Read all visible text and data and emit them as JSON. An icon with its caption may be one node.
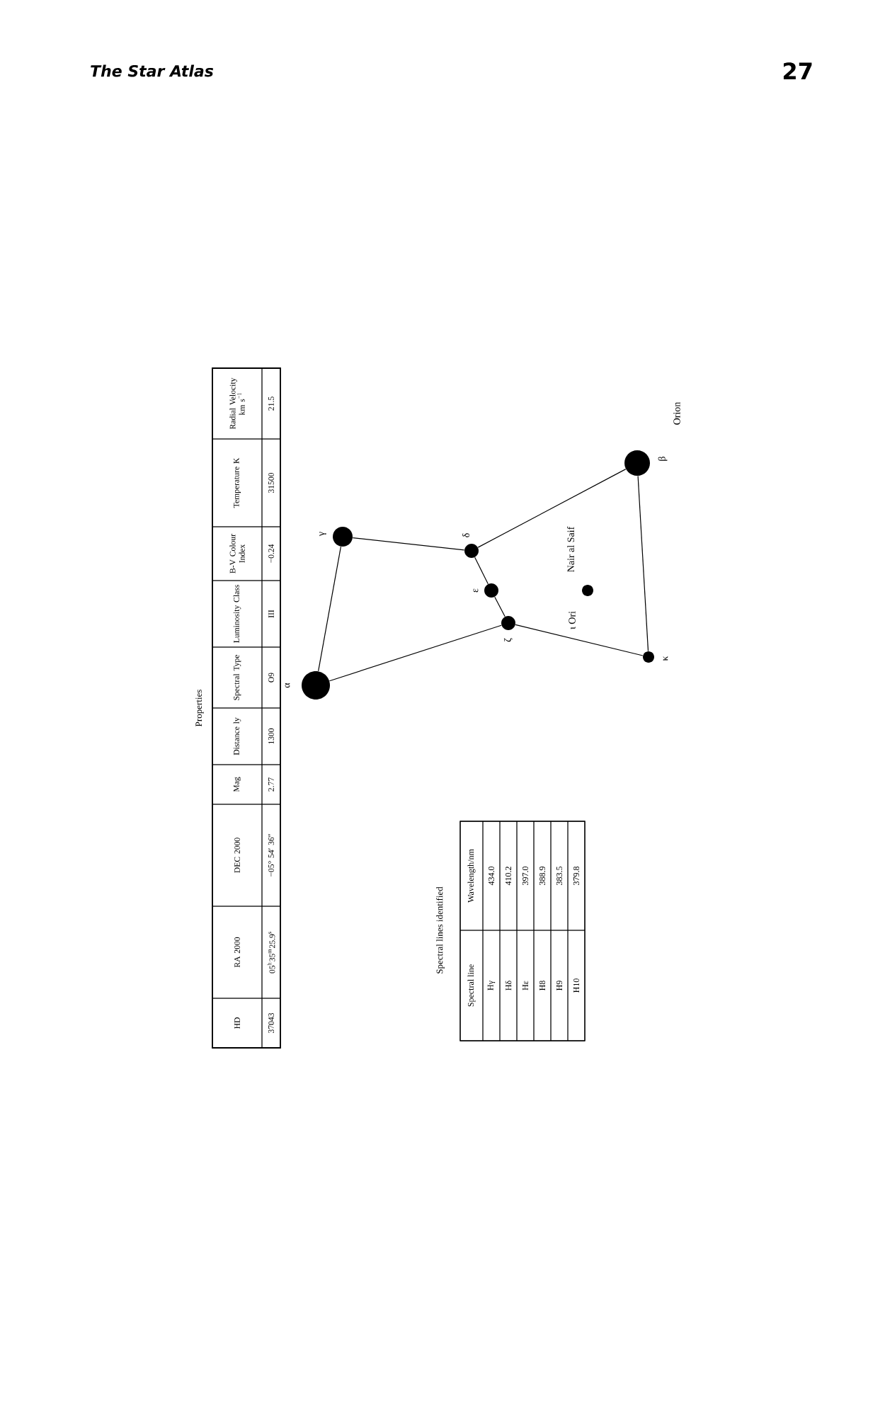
{
  "diagram": {
    "nodes": [
      {
        "text": [],
        "shape": "circle",
        "beside": [
          "α"
        ]
      },
      {
        "text": [],
        "shape": "circle",
        "beside": [
          "γ"
        ]
      },
      {
        "text": [],
        "shape": "circle",
        "beside": [
          "δ"
        ]
      },
      {
        "text": [],
        "shape": "circle",
        "beside": [
          "ε"
        ]
      },
      {
        "text": [],
        "shape": "circle",
        "beside": [
          "ζ"
        ]
      },
      {
        "text": [],
        "shape": "circle",
        "beside": [
          "κ"
        ]
      },
      {
        "text": [],
        "shape": "circle",
        "beside": [
          "β"
        ]
      },
      {
        "text": [],
        "shape": "circle",
        "beside": [
          "ι Ori",
          "Nair al Saif"
        ]
      }
    ],
    "edges": [
      {
        "from": 0,
        "to": 1,
        "arrow": "none"
      },
      {
        "from": 1,
        "to": 2,
        "arrow": "none"
      },
      {
        "from": 2,
        "to": 3,
        "arrow": "none"
      },
      {
        "from": 3,
        "to": 4,
        "arrow": "none"
      },
      {
        "from": 4,
        "to": 0,
        "arrow": "none"
      },
      {
        "from": 2,
        "to": 6,
        "arrow": "none"
      },
      {
        "from": 6,
        "to": 5,
        "arrow": "none"
      },
      {
        "from": 5,
        "to": 4,
        "arrow": "none"
      }
    ],
    "labels": [
      "The Star Atlas",
      "27",
      "Properties",
      "HD",
      "RA 2000",
      "DEC 2000",
      "Mag",
      "Distance ly",
      "Spectral Type",
      "Luminosity Class",
      "B-V Colour Index",
      "Temperature K",
      "Radial Velocity km s$^{−1}$",
      "37043",
      "05$^{h}$35$^{m}$25.9$^{s}$",
      "−05° 54′ 36″",
      "2.77",
      "1300",
      "O9",
      "III",
      "−0.24",
      "31500",
      "21.5",
      "Orion",
      "Spectral lines identified",
      "Spectral line",
      "Wavelength/nm",
      "Hγ",
      "434.0",
      "Hδ",
      "410.2",
      "Hε",
      "397.0",
      "H8",
      "388.9",
      "H9",
      "383.5",
      "H10",
      "379.8"
    ]
  }
}
